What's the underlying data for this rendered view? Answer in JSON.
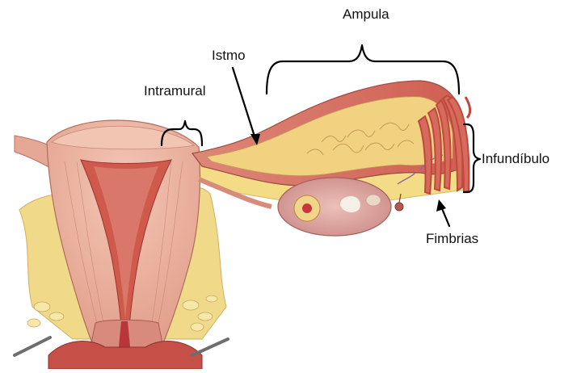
{
  "labels": {
    "ampula": "Ampula",
    "istmo": "Istmo",
    "intramural": "Intramural",
    "infundibulo": "Infundíbulo",
    "fimbrias": "Fimbrias"
  },
  "colors": {
    "tissue_pink": "#e8a08e",
    "muscle_red": "#c85a4e",
    "cavity_red": "#b8363a",
    "fat_yellow": "#f4dc86",
    "ovary_pink": "#dda4a0",
    "instrument_gray": "#6e6e6e"
  }
}
